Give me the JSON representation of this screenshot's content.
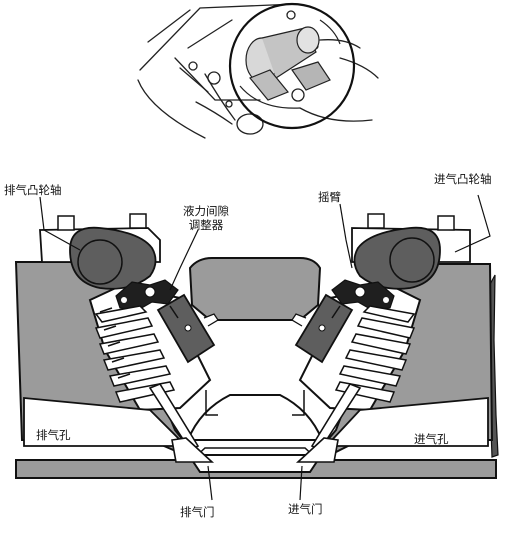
{
  "labels": {
    "exhaust_camshaft": "排气凸轮轴",
    "hydraulic_adjuster_line1": "液力间隙",
    "hydraulic_adjuster_line2": "调整器",
    "rocker_arm": "摇臂",
    "intake_camshaft": "进气凸轮轴",
    "exhaust_port": "排气孔",
    "intake_port": "进气孔",
    "exhaust_valve": "排气门",
    "intake_valve": "进气门"
  },
  "colors": {
    "head_gray": "#9b9b9b",
    "part_dark": "#5e5e5e",
    "rocker_black": "#1f1f1f",
    "outline": "#111111",
    "background": "#ffffff"
  }
}
